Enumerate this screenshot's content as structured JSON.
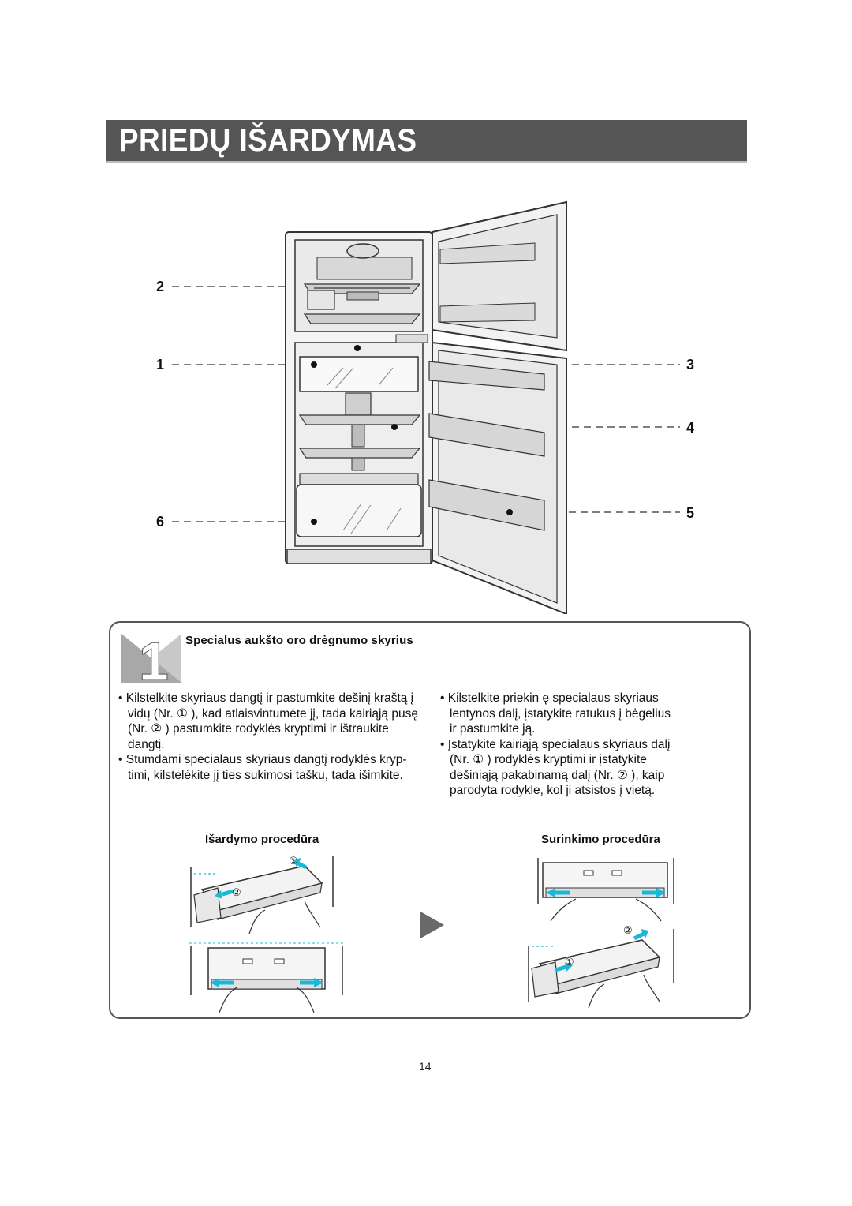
{
  "header": {
    "title": "PRIEDŲ IŠARDYMAS"
  },
  "diagram": {
    "callouts": [
      "2",
      "1",
      "6",
      "3",
      "4",
      "5"
    ]
  },
  "section": {
    "step_number": "1",
    "title": "Specialus aukšto oro drėgnumo skyrius",
    "left_paragraphs": [
      "• Kilstelkite skyriaus dangtį ir pastumkite dešinį kraštą į vidų (Nr. ① ), kad atlaisvintumėte jį, tada kairiąją pusę (Nr. ② ) pastumkite rodyklės kryptimi ir ištraukite dangtį.",
      "• Stumdami specialaus skyriaus dangtį rodyklės kryp-timi, kilstelėkite jį ties sukimosi tašku, tada išimkite."
    ],
    "right_paragraphs": [
      "• Kilstelkite priekin ę specialaus skyriaus lentynos dalį, įstatykite ratukus į bėgelius ir pastumkite ją.",
      "• Įstatykite kairiąją specialaus skyriaus dalį (Nr. ① ) rodyklės kryptimi ir įstatykite dešiniąją pakabinamą dalį (Nr. ② ), kaip parodyta rodykle, kol ji atsistos į vietą."
    ],
    "disassembly_label": "Išardymo procedūra",
    "assembly_label": "Surinkimo procedūra",
    "marker_1": "①",
    "marker_2": "②"
  },
  "page_number": "14",
  "colors": {
    "title_bar": "#555555",
    "accent_arrow": "#19b8d6",
    "line": "#333333"
  }
}
